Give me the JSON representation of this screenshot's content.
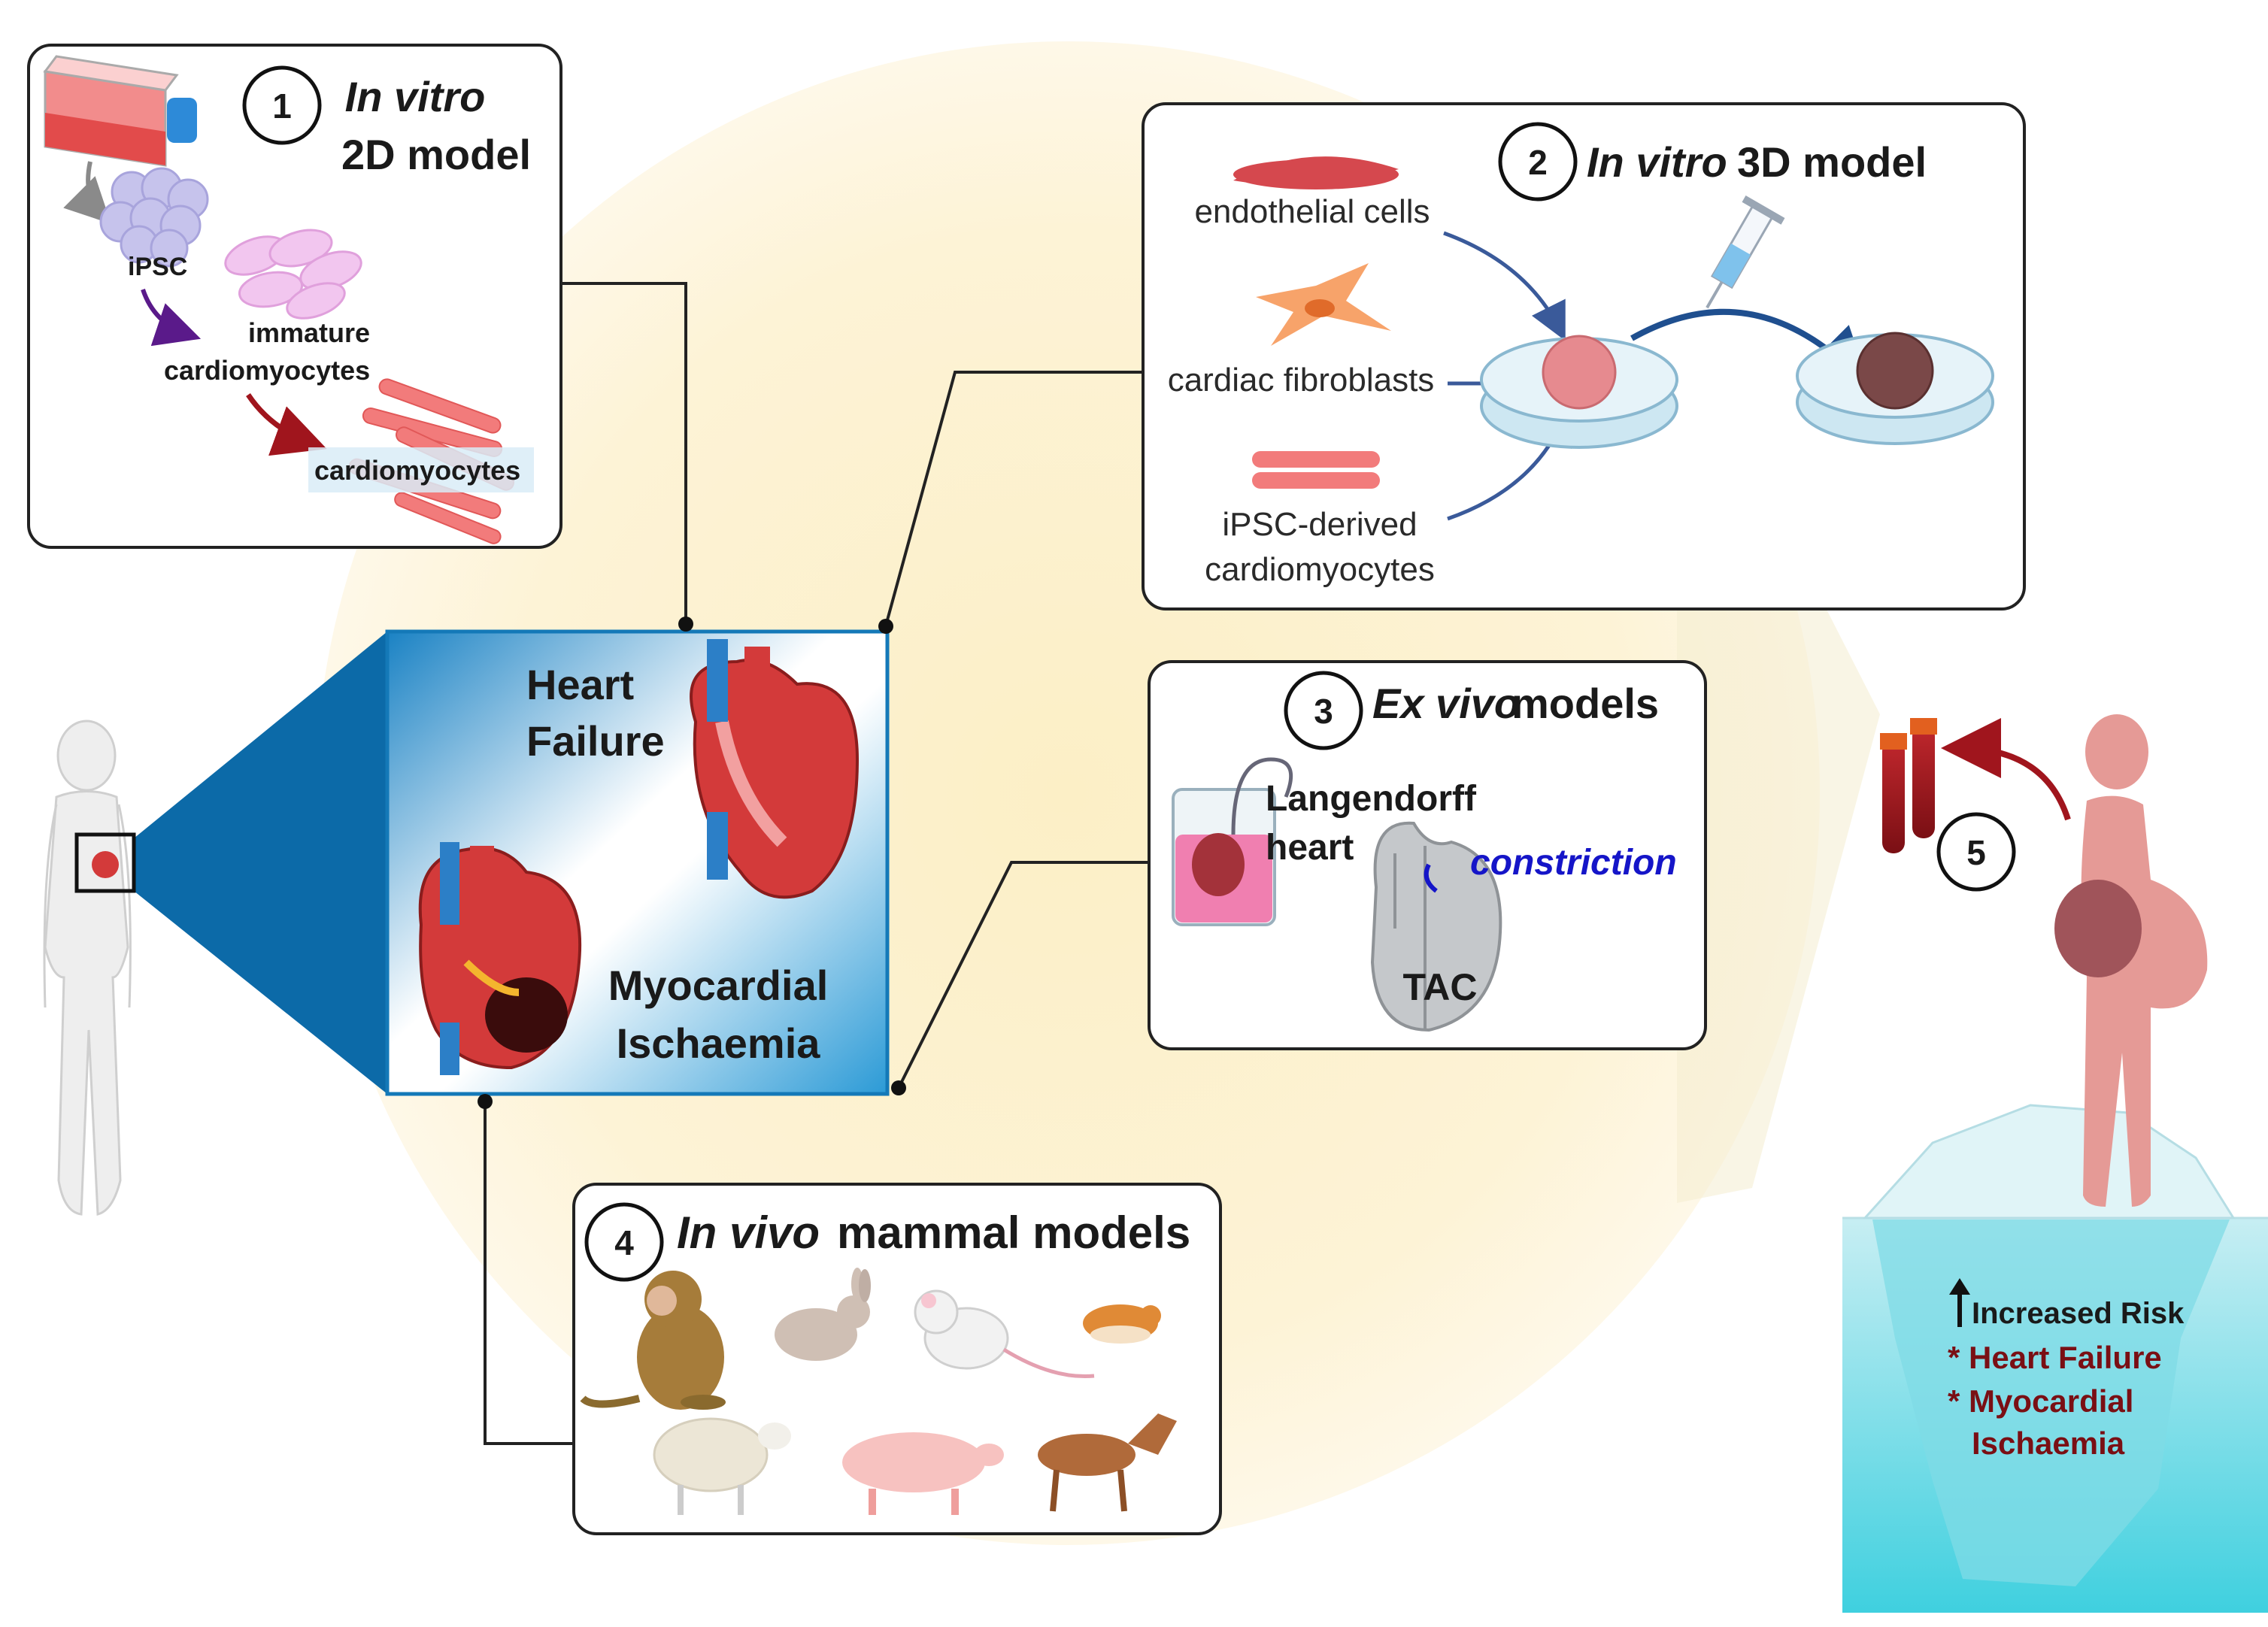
{
  "panel1": {
    "number": "1",
    "title_italic": "In vitro",
    "title_rest": "2D model",
    "ipsc": "iPSC",
    "immature_line1": "immature",
    "immature_line2": "cardiomyocytes",
    "cardiomyocytes": "cardiomyocytes"
  },
  "panel2": {
    "number": "2",
    "title_italic": "In vitro",
    "title_rest": "3D model",
    "endothelial": "endothelial cells",
    "fibroblasts": "cardiac fibroblasts",
    "ipsc_cm_line1": "iPSC-derived",
    "ipsc_cm_line2": "cardiomyocytes"
  },
  "panel3": {
    "number": "3",
    "title_italic": "Ex vivo",
    "title_rest": "models",
    "langendorff_line1": "Langendorff",
    "langendorff_line2": "heart",
    "constriction": "constriction",
    "tac": "TAC"
  },
  "panel4": {
    "number": "4",
    "title_italic": "In vivo",
    "title_rest": "mammal models"
  },
  "center": {
    "hf_line1": "Heart",
    "hf_line2": "Failure",
    "mi_line1": "Myocardial",
    "mi_line2": "Ischaemia"
  },
  "panel5": {
    "number": "5",
    "risk": "Increased Risk",
    "item1": "* Heart Failure",
    "item2_line1": "* Myocardial",
    "item2_line2": "Ischaemia"
  },
  "colors": {
    "center_blue": "#1479b8",
    "risk_red": "#7a0f14",
    "constriction_blue": "#1515c8",
    "bg_circle": "#fbf1d2",
    "water": "#52d0db"
  },
  "icons": [
    "culture-flask-icon",
    "stem-cell-icon",
    "heart-icon",
    "petri-dish-icon",
    "syringe-icon",
    "beaker-icon",
    "human-body-icon",
    "pregnant-woman-icon",
    "blood-tube-icon",
    "iceberg-icon",
    "monkey-icon",
    "rabbit-icon",
    "rat-icon",
    "hamster-icon",
    "sheep-icon",
    "pig-icon",
    "dog-icon"
  ]
}
